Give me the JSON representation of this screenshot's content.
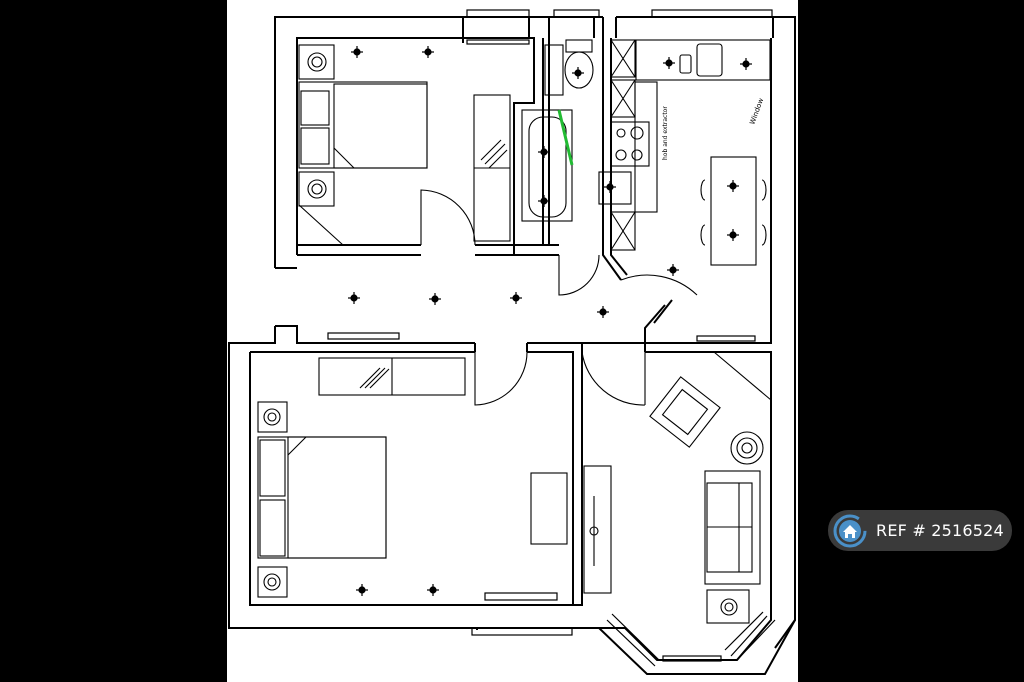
{
  "reference": {
    "text": "REF # 2516524",
    "icon": "home-circle-icon",
    "accent": "#4a90c8"
  },
  "plan": {
    "kitchen_note": "Window",
    "hob_note": "hob and extractor",
    "wall_color": "#000000",
    "bath_screen_color": "#22bb33"
  }
}
